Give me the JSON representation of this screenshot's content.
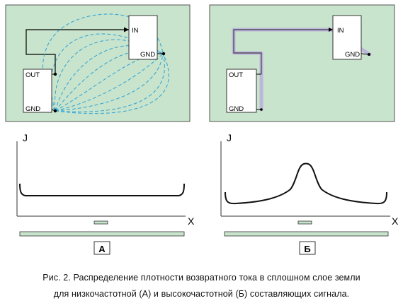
{
  "panel_a": {
    "label": "А",
    "pins": {
      "in": "IN",
      "gnd_top": "GND",
      "out": "OUT",
      "gnd_bottom": "GND"
    },
    "axes": {
      "y": "J",
      "x": "X"
    }
  },
  "panel_b": {
    "label": "Б",
    "pins": {
      "in": "IN",
      "gnd_top": "GND",
      "out": "OUT",
      "gnd_bottom": "GND"
    },
    "axes": {
      "y": "J",
      "x": "X"
    }
  },
  "caption": {
    "line1": "Рис. 2. Распределение плотности возвратного тока в сплошном слое земли",
    "line2": "для низкочастотной (А) и высокочастотной (Б) составляющих сигнала."
  },
  "colors": {
    "board": "#c9e4cc",
    "field_lines": "#3aa7d6",
    "return_path": "#bdb6dc",
    "curve": "#111111"
  }
}
